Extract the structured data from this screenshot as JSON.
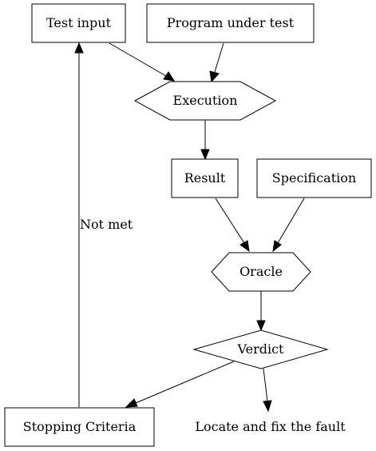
{
  "nodes": {
    "test_input": {
      "label": "Test input"
    },
    "program_under_test": {
      "label": "Program under test"
    },
    "execution": {
      "label": "Execution"
    },
    "result": {
      "label": "Result"
    },
    "specification": {
      "label": "Specification"
    },
    "oracle": {
      "label": "Oracle"
    },
    "verdict": {
      "label": "Verdict"
    },
    "stopping_criteria": {
      "label": "Stopping Criteria"
    },
    "locate_fix": {
      "label": "Locate and fix the fault"
    }
  },
  "edges": {
    "not_met": {
      "label": "Not met"
    }
  }
}
